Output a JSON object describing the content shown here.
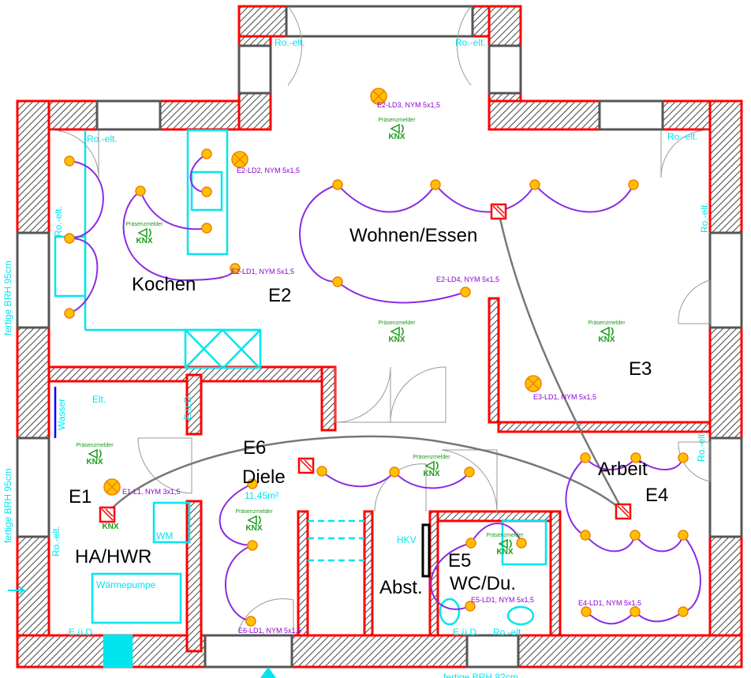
{
  "rooms": {
    "kochen": "Kochen",
    "e2": "E2",
    "wohnen": "Wohnen/Essen",
    "e3": "E3",
    "e1": "E1",
    "hwr": "HA/HWR",
    "e6": "E6",
    "diele": "Diele",
    "diele_area": "11,45m²",
    "abst": "Abst.",
    "e5": "E5",
    "wc": "WC/Du.",
    "arbeit": "Arbeit",
    "e4": "E4"
  },
  "circuits": {
    "e2_ld3": "E2-LD3, NYM 5x1,5",
    "e2_ld2": "E2-LD2, NYM 5x1,5",
    "e2_ld1": "E2-LD1, NYM 5x1,5",
    "e2_ld4": "E2-LD4, NYM 5x1,5",
    "e3_ld1": "E3-LD1, NYM 5x1,5",
    "e1_l1": "E1-L1, NYM 3x1,5",
    "e6_ld1": "E6-LD1, NYM 5x1,5",
    "e5_ld1": "E5-LD1, NYM 5x1,5",
    "e4_ld1": "E4-LD1, NYM 5x1,5"
  },
  "annotations": {
    "ro_elt": "Ro.-elt.",
    "brh95": "fertige BRH 95cm",
    "brh82": "fertige BRH 82cm",
    "wasser": "Wasser",
    "elt": "Elt.",
    "eud": "E.ü.D.",
    "wm": "WM",
    "waermepumpe": "Wärmepumpe",
    "hkv": "HKV"
  },
  "sensor": {
    "label": "Präsenzmelder",
    "bus": "KNX"
  },
  "colors": {
    "wall_outline": "#ff0000",
    "wiring": "#8a2be2",
    "lamp": "#ffc000",
    "fixtures": "#00e5ee",
    "sensor": "#1a9a1a",
    "bus_line": "#777777"
  }
}
